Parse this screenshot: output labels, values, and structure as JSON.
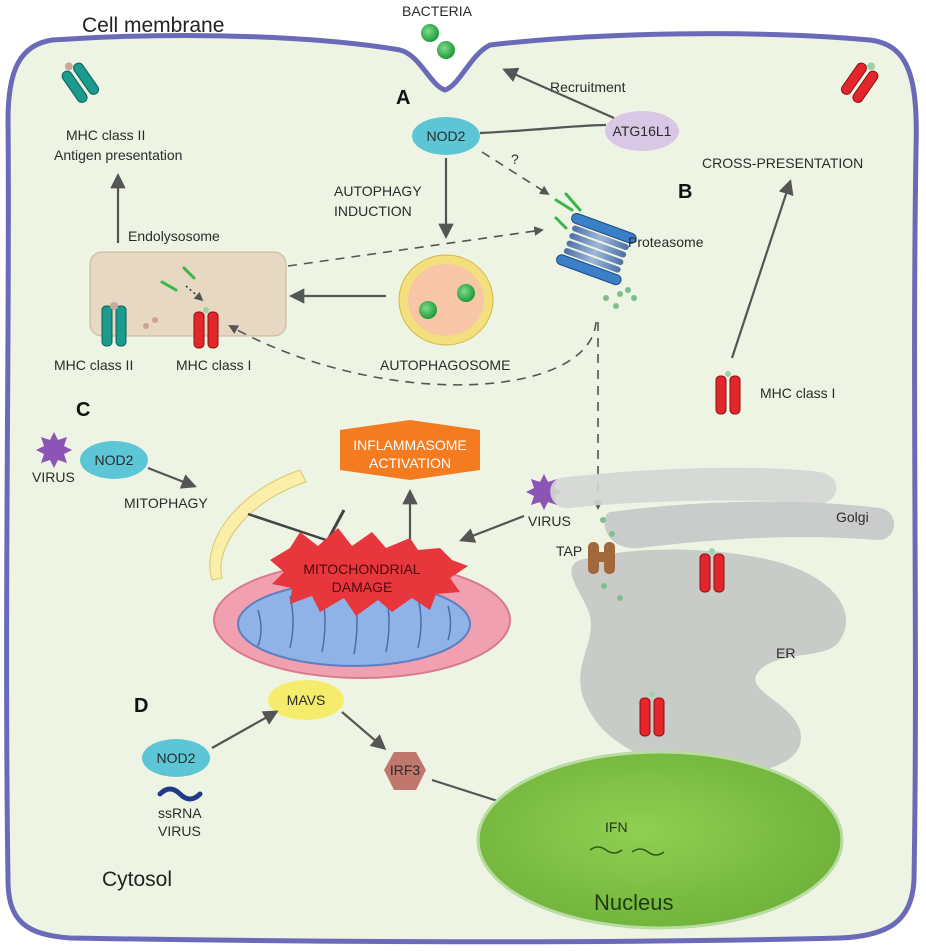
{
  "labels": {
    "cell_membrane": "Cell membrane",
    "bacteria": "BACTERIA",
    "recruitment": "Recruitment",
    "atg16l1": "ATG16L1",
    "section_a": "A",
    "nod2_a": "NOD2",
    "question": "?",
    "autophagy_1": "AUTOPHAGY",
    "autophagy_2": "INDUCTION",
    "mhc2_top_1": "MHC class II",
    "mhc2_top_2": "Antigen presentation",
    "endolysosome": "Endolysosome",
    "proteasome": "Proteasome",
    "cross_presentation": "CROSS-PRESENTATION",
    "section_b": "B",
    "mhc2_bottom": "MHC class II",
    "mhc1_bottom": "MHC class I",
    "autophagosome": "AUTOPHAGOSOME",
    "section_c": "C",
    "virus_c": "VIRUS",
    "nod2_c": "NOD2",
    "mitophagy": "MITOPHAGY",
    "inflammasome_1": "INFLAMMASOME",
    "inflammasome_2": "ACTIVATION",
    "virus_mid": "VIRUS",
    "mhc1_right": "MHC class I",
    "golgi": "Golgi",
    "tap": "TAP",
    "mito_damage_1": "MITOCHONDRIAL",
    "mito_damage_2": "DAMAGE",
    "er": "ER",
    "section_d": "D",
    "mavs": "MAVS",
    "nod2_d": "NOD2",
    "irf3": "IRF3",
    "ssrna_1": "ssRNA",
    "ssrna_2": "VIRUS",
    "ifn": "IFN",
    "cytosol": "Cytosol",
    "nucleus": "Nucleus"
  },
  "colors": {
    "cytoplasm": "#eef4e3",
    "membrane": "#6a6ab8",
    "nod2": "#5cc5d6",
    "atg16l1": "#d9c7e6",
    "mhc_class_ii": "#1b9a8e",
    "mhc_class_i": "#e3262b",
    "endolysosome": "#e6d8c2",
    "autophagosome_ring": "#f3df7e",
    "autophagosome_core": "#f7c6a6",
    "bacteria": "#39b54a",
    "proteasome": "#3a7fc8",
    "inflammasome": "#f47b20",
    "mito_damage": "#e8363d",
    "mito_outer": "#f0a0b0",
    "mito_inner": "#8fb3e6",
    "virus": "#8a55b5",
    "mavs": "#f6ec6c",
    "irf3": "#c0786e",
    "tap": "#a0683b",
    "nucleus": "#86c54a",
    "er_golgi": "#d4d6d4"
  },
  "icons": [
    "bacteria-icon",
    "virus-icon",
    "ssrna-icon",
    "proteasome-icon",
    "mhc-class-i-icon",
    "mhc-class-ii-icon",
    "tap-icon",
    "mitochondrion-icon"
  ]
}
